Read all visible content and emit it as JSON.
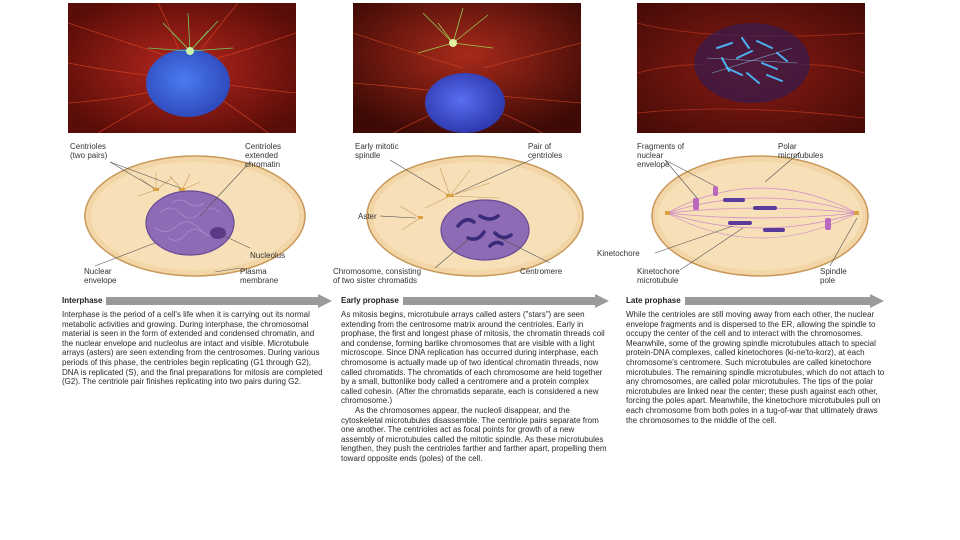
{
  "photos": [
    {
      "name": "photo-interphase"
    },
    {
      "name": "photo-early-prophase"
    },
    {
      "name": "photo-late-prophase"
    }
  ],
  "labels": {
    "interphase": {
      "centrioles": "Centrioles\n(two pairs)",
      "condensed": "Centrioles\nextended\nchromatin",
      "nucleolus": "Nucleolus",
      "nuclear_envelope": "Nuclear\nenvelope",
      "plasma_membrane": "Plasma\nmembrane"
    },
    "early_prophase": {
      "early_mitotic": "Early mitotic\nspindle",
      "pair_centrioles": "Pair of\ncentrioles",
      "aster": "Aster",
      "chromosome": "Chromosome, consisting\nof two sister chromatids",
      "centromere": "Centromere"
    },
    "late_prophase": {
      "fragments": "Fragments of\nnuclear\nenvelope",
      "polar": "Polar\nmicrotubules",
      "kinetochore": "Kinetochore",
      "kinetochore_mt": "Kinetochore\nmicrotubule",
      "spindle_pole": "Spindle\npole"
    }
  },
  "stages": [
    {
      "title": "Interphase",
      "paragraphs": [
        "Interphase is the period of a cell's life when it is carrying out its normal metabolic activities and growing. During interphase, the chromosomal material is seen in the form of extended and condensed chromatin, and the nuclear envelope and nucleolus are intact and visible. Microtubule arrays (asters) are seen extending from the centrosomes. During various periods of this phase, the centrioles begin replicating (G1 through G2), DNA is replicated (S), and the final preparations for mitosis are completed (G2). The centriole pair finishes replicating into two pairs during G2."
      ]
    },
    {
      "title": "Early prophase",
      "paragraphs": [
        "As mitosis begins, microtubule arrays called asters (\"stars\") are seen extending from the centrosome matrix around the centrioles. Early in prophase, the first and longest phase of mitosis, the chromatin threads coil and condense, forming barlike chromosomes that are visible with a light microscope. Since DNA replication has occurred during interphase, each chromosome is actually made up of two identical chromatin threads, now called chromatids. The chromatids of each chromosome are held together by a small, buttonlike body called a centromere and a protein complex called cohesin. (After the chromatids separate, each is considered a new chromosome.)",
        "As the chromosomes appear, the nucleoli disappear, and the cytoskeletal microtubules disassemble. The centriole pairs separate from one another. The centrioles act as focal points for growth of a new assembly of microtubules called the mitotic spindle. As these microtubules lengthen, they push the centrioles farther and farther apart, propelling them toward opposite ends (poles) of the cell."
      ]
    },
    {
      "title": "Late prophase",
      "paragraphs": [
        "While the centrioles are still moving away from each other, the nuclear envelope fragments and is dispersed to the ER, allowing the spindle to occupy the center of the cell and to interact with the chromosomes. Meanwhile, some of the growing spindle microtubules attach to special protein-DNA complexes, called kinetochores (ki-ne'to-korz), at each chromosome's centromere. Such microtubules are called kinetochore microtubules. The remaining spindle microtubules, which do not attach to any chromosomes, are called polar microtubules. The tips of the polar microtubules are linked near the center; these push against each other, forcing the poles apart. Meanwhile, the kinetochore microtubules pull on each chromosome from both poles in a tug-of-war that ultimately draws the chromosomes to the middle of the cell."
      ]
    }
  ],
  "colors": {
    "arrow": "#9a9a9a",
    "cytoplasm": "#f3d6a8",
    "nucleus": "#8e6bb5",
    "cell_outline": "#c89a5a"
  }
}
